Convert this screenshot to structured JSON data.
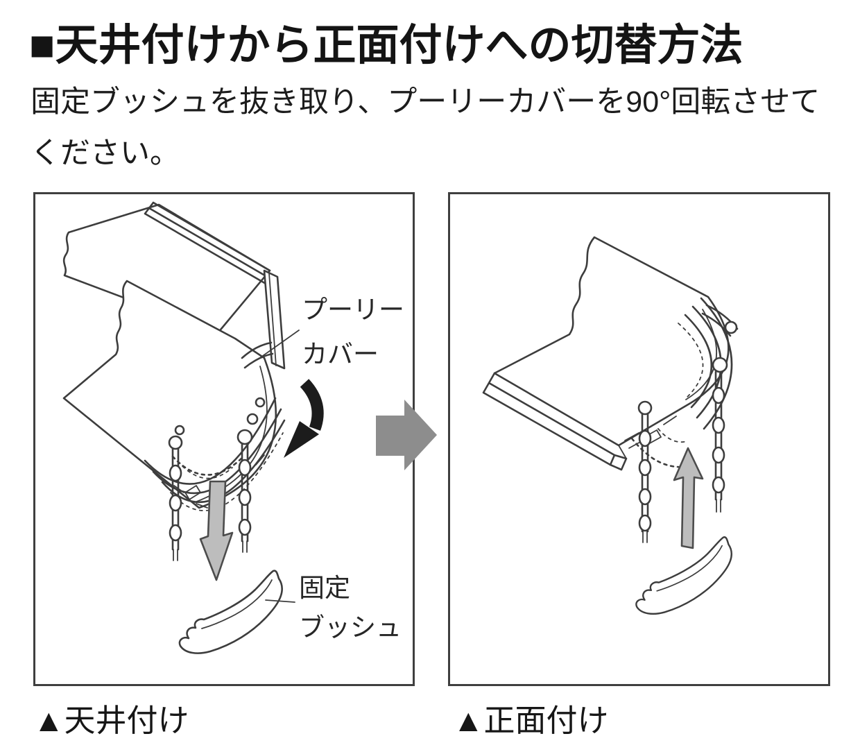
{
  "colors": {
    "background": "#ffffff",
    "ink": "#141414",
    "line_art": "#3d3d3d",
    "panel_border": "#3f3f3f",
    "transition_arrow_gray": "#8d8d8d",
    "motion_arrow_gray": "#bdbdbd",
    "rotation_arrow_black": "#1c1c1c"
  },
  "header": {
    "title": "■天井付けから正面付けへの切替方法"
  },
  "instructions": {
    "line1": "固定ブッシュを抜き取り、プーリーカバーを90°回転させて",
    "line2": "ください。"
  },
  "left_panel": {
    "caption": "▲天井付け",
    "pulley_cover_label": {
      "line1": "プーリー",
      "line2": "カバー"
    },
    "fixing_bush_label": {
      "line1": "固定",
      "line2": "ブッシュ"
    }
  },
  "right_panel": {
    "caption": "▲正面付け"
  }
}
